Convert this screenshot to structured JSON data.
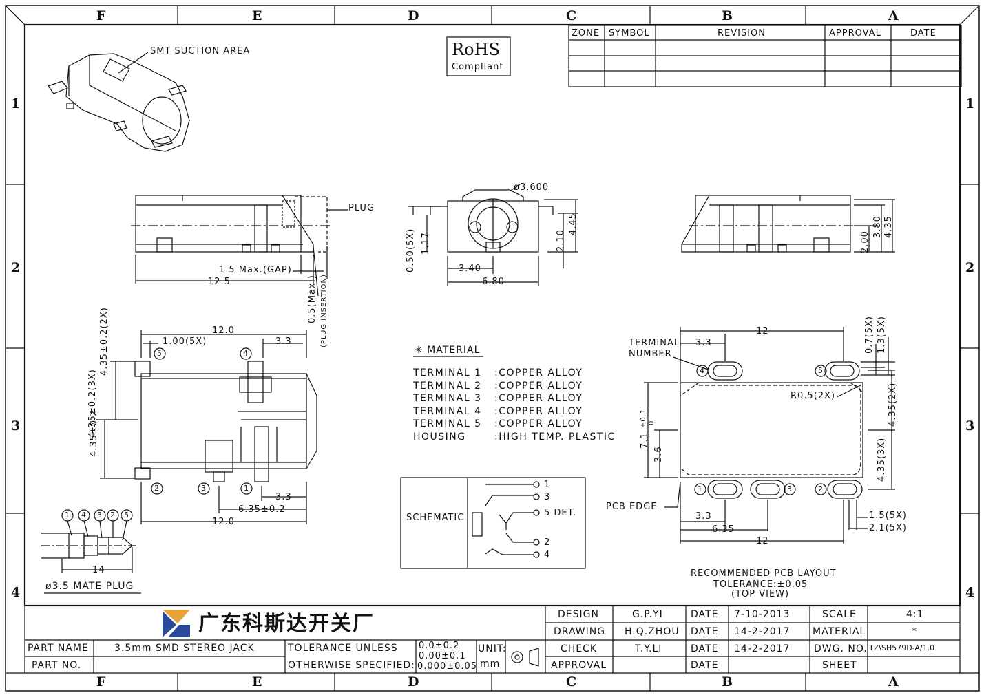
{
  "zones": {
    "top": [
      "F",
      "E",
      "D",
      "C",
      "B",
      "A"
    ],
    "bottom": [
      "F",
      "E",
      "D",
      "C",
      "B",
      "A"
    ],
    "left": [
      "1",
      "2",
      "3",
      "4"
    ],
    "right": [
      "1",
      "2",
      "3",
      "4"
    ]
  },
  "revision_table": {
    "headers": [
      "ZONE",
      "SYMBOL",
      "REVISION",
      "APPROVAL",
      "DATE"
    ]
  },
  "rohs": {
    "line1": "RoHS",
    "line2": "Compliant"
  },
  "iso_view": {
    "callout": "SMT SUCTION AREA"
  },
  "side_view_left": {
    "plug_label": "PLUG",
    "gap_dim": "1.5 Max.(GAP)",
    "length_dim": "12.5",
    "insertion_dim": "0.5(Max.)",
    "insertion_note": "(PLUG INSERTION)"
  },
  "front_view": {
    "diameter": "ø3.600",
    "dim_050": "0.50(5X)",
    "dim_117": "1.17",
    "dim_340": "3.40",
    "dim_680": "6.80",
    "dim_210": "2.10",
    "dim_445": "4.45"
  },
  "side_view_right": {
    "dim_200": "2.00",
    "dim_380": "3.80",
    "dim_435": "4.35"
  },
  "top_view": {
    "dim_top_12": "12.0",
    "dim_100": "1.00(5X)",
    "dim_33_top": "3.3",
    "dim_435_2x": "4.35±0.2(2X)",
    "dim_435_3x": "4.35±0.2(3X)",
    "dim_435_left": "4.35±0.2",
    "dim_33_bottom": "3.3",
    "dim_635": "6.35±0.2",
    "dim_bottom_12": "12.0",
    "terminals_top": [
      "5",
      "4"
    ],
    "terminals_bottom": [
      "2",
      "3",
      "1"
    ]
  },
  "mate_plug": {
    "numbers": [
      "1",
      "4",
      "3",
      "2",
      "5"
    ],
    "length": "14",
    "caption": "ø3.5 MATE PLUG"
  },
  "material": {
    "title": "✳ MATERIAL",
    "rows": [
      {
        "name": "TERMINAL 1",
        "value": ":COPPER ALLOY"
      },
      {
        "name": "TERMINAL 2",
        "value": ":COPPER ALLOY"
      },
      {
        "name": "TERMINAL 3",
        "value": ":COPPER ALLOY"
      },
      {
        "name": "TERMINAL 4",
        "value": ":COPPER ALLOY"
      },
      {
        "name": "TERMINAL 5",
        "value": ":COPPER ALLOY"
      },
      {
        "name": "HOUSING",
        "value": ":HIGH TEMP. PLASTIC"
      }
    ]
  },
  "schematic": {
    "label": "SCHEMATIC",
    "pins": [
      "1",
      "3",
      "5 DET.",
      "2",
      "4"
    ]
  },
  "pcb_layout": {
    "terminal_label_1": "TERMINAL",
    "terminal_label_2": "NUMBER",
    "dim_33_top": "3.3",
    "dim_12_top": "12",
    "dim_07": "0.7(5X)",
    "dim_13": "1.3(5X)",
    "r05": "R0.5(2X)",
    "dim_71": "7.1",
    "dim_71_tol_plus": "+0.1",
    "dim_71_tol_zero": "0",
    "dim_36": "3.6",
    "dim_435_2x": "4.35(2X)",
    "dim_435_3x": "4.35(3X)",
    "pcb_edge": "PCB EDGE",
    "dim_33_bottom": "3.3",
    "dim_635": "6.35",
    "dim_12_bottom": "12",
    "dim_15": "1.5(5X)",
    "dim_21": "2.1(5X)",
    "pads_top": [
      "4",
      "5"
    ],
    "pads_bottom": [
      "1",
      "3",
      "2"
    ],
    "caption1": "RECOMMENDED PCB LAYOUT",
    "caption2": "TOLERANCE:±0.05",
    "caption3": "(TOP VIEW)"
  },
  "title_block": {
    "company": "广东科斯达开关厂",
    "part_name_label": "PART NAME",
    "part_name": "3.5mm SMD STEREO JACK",
    "part_no_label": "PART NO.",
    "part_no": "",
    "tolerance_line1": "TOLERANCE UNLESS",
    "tolerance_line2": "OTHERWISE SPECIFIED:",
    "tol1": "0.0±0.2",
    "tol2": "0.00±0.1",
    "tol3": "0.000±0.05",
    "unit_label": "UNIT:",
    "unit_value": "mm",
    "design_label": "DESIGN",
    "design_by": "G.P.YI",
    "design_date_label": "DATE",
    "design_date": "7-10-2013",
    "drawing_label": "DRAWING",
    "drawing_by": "H.Q.ZHOU",
    "drawing_date_label": "DATE",
    "drawing_date": "14-2-2017",
    "check_label": "CHECK",
    "check_by": "T.Y.LI",
    "check_date_label": "DATE",
    "check_date": "14-2-2017",
    "approval_label": "APPROVAL",
    "approval_by": "",
    "approval_date_label": "DATE",
    "approval_date": "",
    "scale_label": "SCALE",
    "scale": "4:1",
    "material_label": "MATERIAL",
    "material": "*",
    "dwg_label": "DWG. NO.",
    "dwg_no": "TZ\\SH579D-A/1.0",
    "sheet_label": "SHEET",
    "sheet": ""
  },
  "colors": {
    "line": "#111111",
    "logo_orange": "#e8a23a",
    "logo_blue": "#2b4a9a"
  }
}
